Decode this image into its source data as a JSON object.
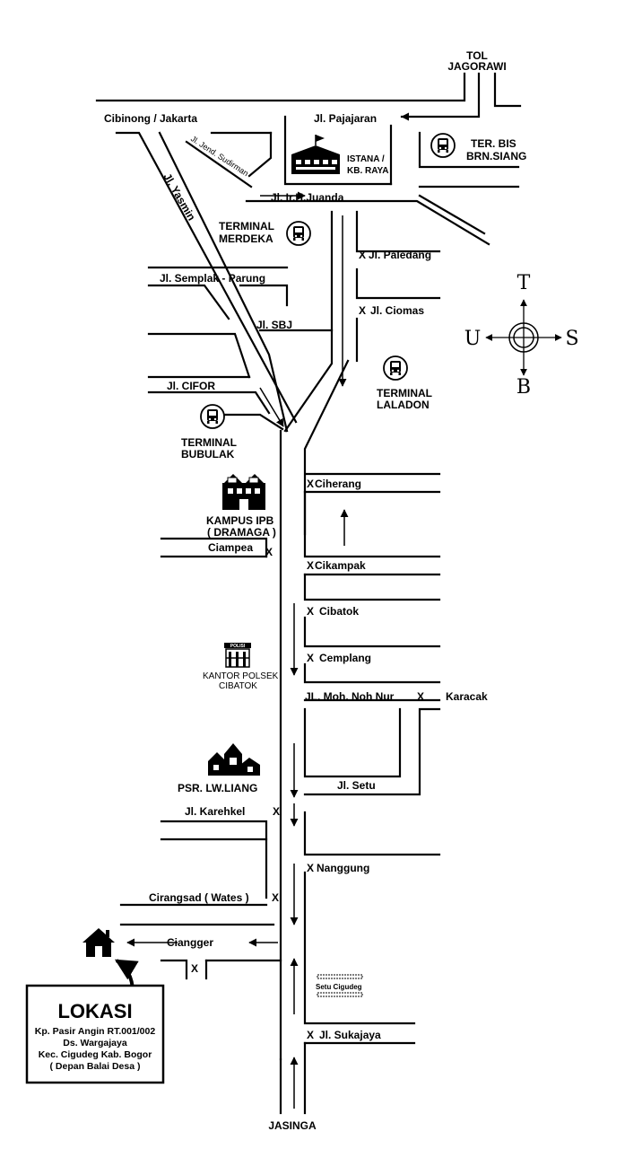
{
  "roads": {
    "tol": "TOL",
    "jagorawi": "JAGORAWI",
    "cibinong": "Cibinong / Jakarta",
    "pajajaran": "Jl. Pajajaran",
    "sudirman": "Jl. Jend. Sudirman",
    "yasmin": "Jl. Yasmin",
    "juanda": "Jl. Ir.H.Juanda",
    "paledang": "Jl. Paledang",
    "semplak": "Jl. Semplak - Parung",
    "ciomas": "Jl. Ciomas",
    "sbj": "Jl. SBJ",
    "cifor": "Jl. CIFOR",
    "ciherang": "Ciherang",
    "ciampea": "Ciampea",
    "cikampak": "Cikampak",
    "cibatok": "Cibatok",
    "cemplang": "Cemplang",
    "noh_nur": "JL. Moh. Noh Nur",
    "karacak": "Karacak",
    "setu": "Jl. Setu",
    "karehkel": "Jl. Karehkel",
    "nanggung": "Nanggung",
    "cirangsad": "Cirangsad ( Wates )",
    "ciangger": "Ciangger",
    "sukajaya": "Jl. Sukajaya",
    "jasinga": "JASINGA"
  },
  "places": {
    "istana_1": "ISTANA /",
    "istana_2": "KB. RAYA",
    "ter_bis_1": "TER. BIS",
    "ter_bis_2": "BRN.SIANG",
    "merdeka_1": "TERMINAL",
    "merdeka_2": "MERDEKA",
    "laladon_1": "TERMINAL",
    "laladon_2": "LALADON",
    "bubulak_1": "TERMINAL",
    "bubulak_2": "BUBULAK",
    "ipb_1": "KAMPUS IPB",
    "ipb_2": "( DRAMAGA )",
    "polisi_sign": "POLISI",
    "polsek_1": "KANTOR POLSEK",
    "polsek_2": "CIBATOK",
    "pasar": "PSR. LW.LIANG",
    "setu_cigudeg": "Setu Cigudeg"
  },
  "compass": {
    "north": "T",
    "west": "U",
    "east": "S",
    "south": "B"
  },
  "marker": "X",
  "lokasi": {
    "title": "LOKASI",
    "line1": "Kp. Pasir Angin RT.001/002",
    "line2": "Ds. Wargajaya",
    "line3": "Kec. Cigudeg Kab. Bogor",
    "line4": "( Depan Balai Desa )"
  },
  "colors": {
    "ink": "#000000",
    "paper": "#ffffff"
  }
}
